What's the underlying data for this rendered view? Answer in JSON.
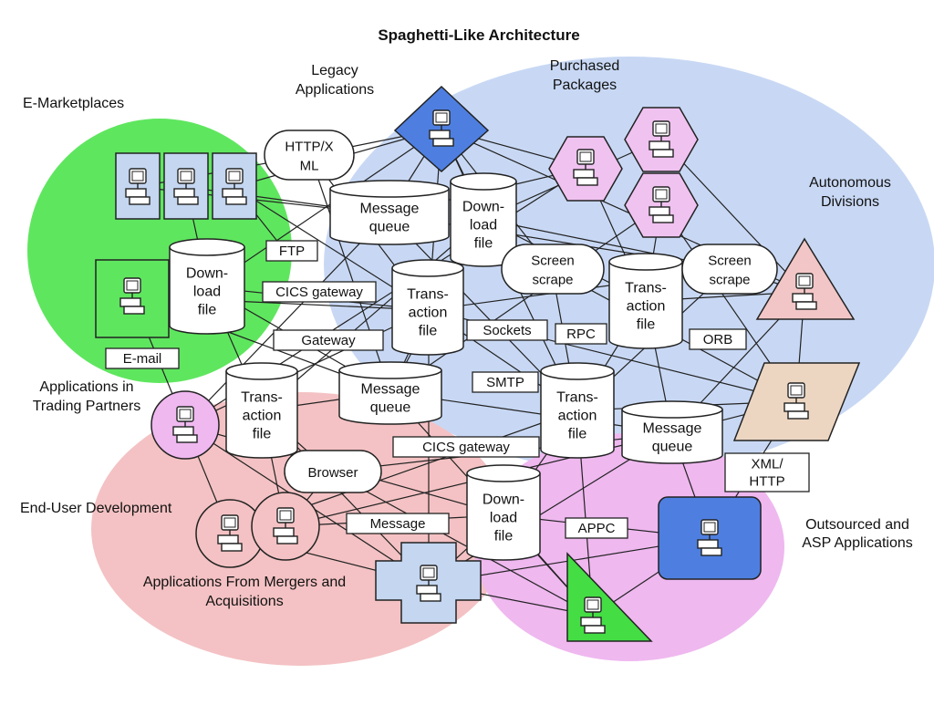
{
  "title": "Spaghetti-Like Architecture",
  "regions": {
    "e_marketplaces": "E-Marketplaces",
    "legacy": [
      "Legacy",
      "Applications"
    ],
    "purchased": [
      "Purchased",
      "Packages"
    ],
    "autonomous": [
      "Autonomous",
      "Divisions"
    ],
    "trading": [
      "Applications in",
      "Trading Partners"
    ],
    "end_user": "End-User Development",
    "mergers": [
      "Applications From Mergers and",
      "Acquisitions"
    ],
    "outsourced": [
      "Outsourced and",
      "ASP Applications"
    ]
  },
  "cylinders": {
    "mq1": [
      "Message",
      "queue"
    ],
    "dl1": [
      "Down-",
      "load",
      "file"
    ],
    "dl2": [
      "Down-",
      "load",
      "file"
    ],
    "tf1": [
      "Trans-",
      "action",
      "file"
    ],
    "tf2": [
      "Trans-",
      "action",
      "file"
    ],
    "mq2": [
      "Message",
      "queue"
    ],
    "tf3": [
      "Trans-",
      "action",
      "file"
    ],
    "tf4": [
      "Trans-",
      "action",
      "file"
    ],
    "mq3": [
      "Message",
      "queue"
    ],
    "dl3": [
      "Down-",
      "load",
      "file"
    ]
  },
  "bubbles": {
    "http_xml": [
      "HTTP/X",
      "ML"
    ],
    "screen1": [
      "Screen",
      "scrape"
    ],
    "screen2": [
      "Screen",
      "scrape"
    ],
    "browser": "Browser"
  },
  "labels": {
    "ftp": "FTP",
    "cics1": "CICS gateway",
    "gateway": "Gateway",
    "email": "E-mail",
    "sockets": "Sockets",
    "rpc": "RPC",
    "orb": "ORB",
    "smtp": "SMTP",
    "cics2": "CICS gateway",
    "xml_http": [
      "XML/",
      "HTTP"
    ],
    "message": "Message",
    "appc": "APPC"
  },
  "colors": {
    "green": "#5fe65f",
    "blue_region": "#c8d8f4",
    "pink_region": "#f4c2c4",
    "violet_region": "#efb8ef",
    "dark_blue": "#4e7fe0",
    "light_blue_box": "#c4d6f0",
    "hex_pink": "#f0c2f0",
    "tri_pink": "#f2c6c6",
    "tan": "#ecd6c2",
    "tri_green": "#44dd44"
  },
  "icons": [
    "computer-icon"
  ]
}
